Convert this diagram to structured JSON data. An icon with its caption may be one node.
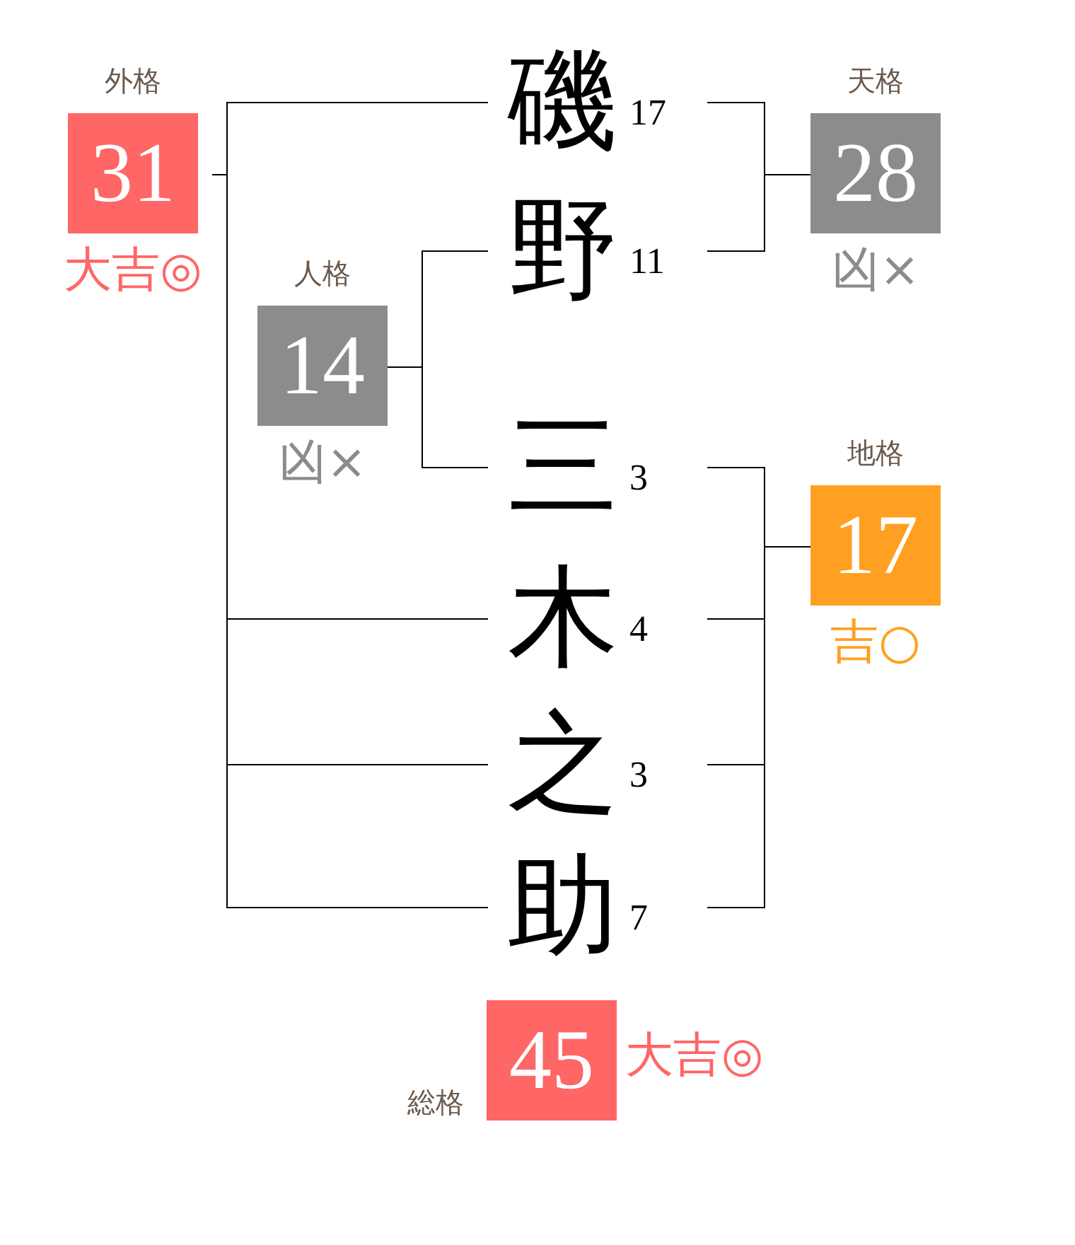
{
  "diagram": {
    "nodes": [
      {
        "text": [
          "外格",
          "31"
        ],
        "beside": [
          "大吉◎"
        ]
      },
      {
        "text": [
          "磯"
        ],
        "beside": [
          "17"
        ]
      },
      {
        "text": [
          "野"
        ],
        "beside": [
          "11"
        ]
      },
      {
        "text": [
          "天格",
          "28"
        ],
        "beside": [
          "凶×"
        ]
      },
      {
        "text": [
          "人格",
          "14"
        ],
        "beside": [
          "凶×"
        ]
      },
      {
        "text": [
          "三"
        ],
        "beside": [
          "3"
        ]
      },
      {
        "text": [
          "地格",
          "17"
        ],
        "beside": [
          "吉○"
        ]
      },
      {
        "text": [
          "木"
        ],
        "beside": [
          "4"
        ]
      },
      {
        "text": [
          "之"
        ],
        "beside": [
          "3"
        ]
      },
      {
        "text": [
          "助"
        ],
        "beside": [
          "7"
        ]
      },
      {
        "text": [
          "総格",
          "45"
        ],
        "beside": [
          "大吉◎"
        ]
      }
    ],
    "edges": [
      {
        "from": 1,
        "to": 3,
        "arrow": "none"
      },
      {
        "from": 2,
        "to": 3,
        "arrow": "none"
      },
      {
        "from": 2,
        "to": 4,
        "arrow": "none"
      },
      {
        "from": 5,
        "to": 4,
        "arrow": "none"
      },
      {
        "from": 5,
        "to": 6,
        "arrow": "none"
      },
      {
        "from": 7,
        "to": 6,
        "arrow": "none"
      },
      {
        "from": 8,
        "to": 6,
        "arrow": "none"
      },
      {
        "from": 9,
        "to": 6,
        "arrow": "none"
      },
      {
        "from": 1,
        "to": 0,
        "arrow": "none"
      },
      {
        "from": 7,
        "to": 0,
        "arrow": "none"
      },
      {
        "from": 8,
        "to": 0,
        "arrow": "none"
      },
      {
        "from": 9,
        "to": 0,
        "arrow": "none"
      }
    ]
  }
}
